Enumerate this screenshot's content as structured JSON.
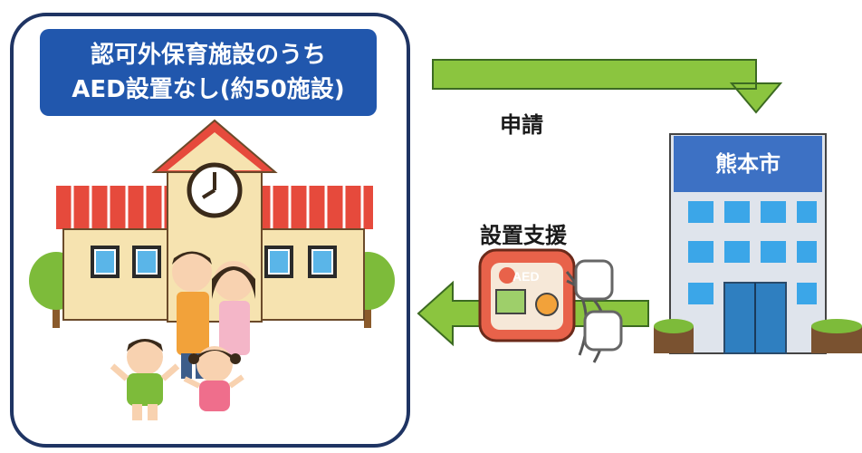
{
  "facility_panel": {
    "title_line1": "認可外保育施設のうち",
    "title_line2": "AED設置なし(約50施設)"
  },
  "flow": {
    "application_label": "申請",
    "support_label": "設置支援"
  },
  "city": {
    "name": "熊本市"
  },
  "aed_device": {
    "label": "AED"
  },
  "colors": {
    "panel_border": "#1f3463",
    "title_bg": "#2157ad",
    "arrow_fill": "#8bc53f",
    "city_sign": "#3d71c4"
  }
}
